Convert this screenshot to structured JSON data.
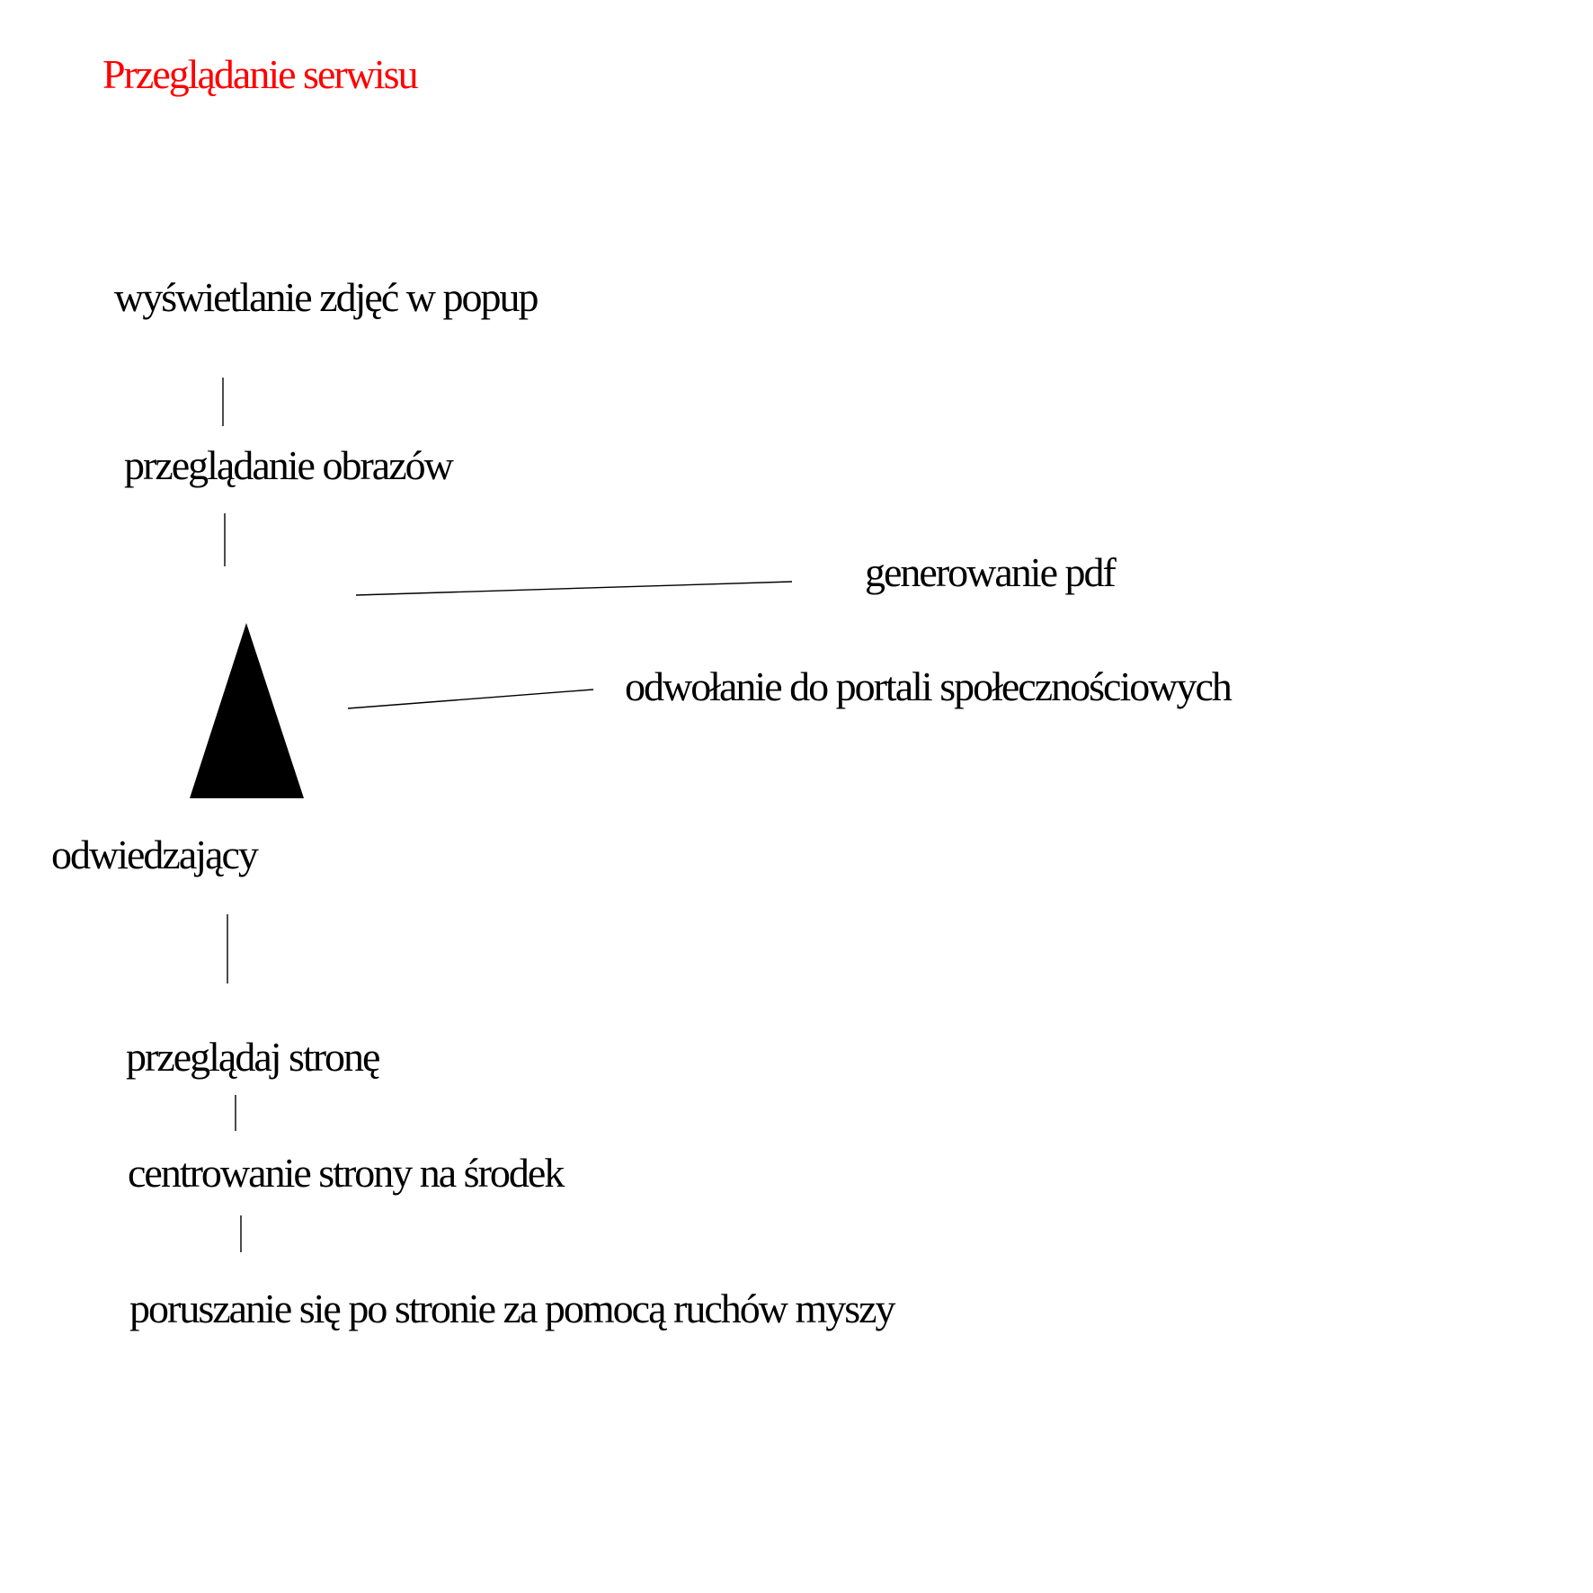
{
  "title": {
    "text": "Przeglądanie serwisu",
    "color": "#ff0000"
  },
  "actor": {
    "name": "odwiedzający",
    "icon": "triangle-actor-icon",
    "color": "#000000"
  },
  "use_cases": {
    "popup": "wyświetlanie zdjęć w popup",
    "images": "przeglądanie obrazów",
    "pdf": "generowanie pdf",
    "social": "odwołanie do portali społecznościowych",
    "browse": "przeglądaj stronę",
    "center": "centrowanie strony na środek",
    "mouse": "poruszanie się po stronie za pomocą ruchów myszy"
  }
}
